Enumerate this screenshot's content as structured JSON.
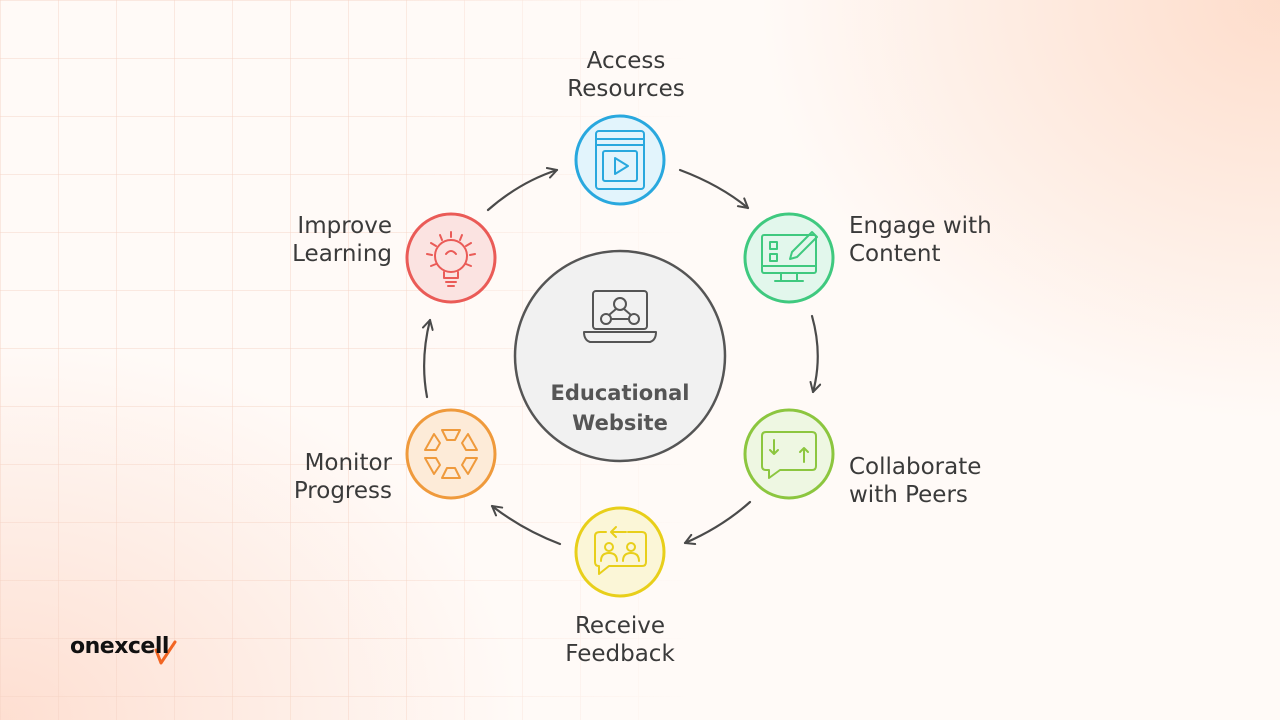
{
  "diagram": {
    "center": {
      "title_line1": "Educational",
      "title_line2": "Website",
      "icon": "laptop-network-icon"
    },
    "nodes": [
      {
        "id": "access",
        "line1": "Access",
        "line2": "Resources",
        "color": "#29a8de",
        "icon": "video-book-icon"
      },
      {
        "id": "engage",
        "line1": "Engage with",
        "line2": "Content",
        "color": "#3fc97f",
        "icon": "monitor-pencil-icon"
      },
      {
        "id": "collaborate",
        "line1": "Collaborate",
        "line2": "with Peers",
        "color": "#8cc63f",
        "icon": "chat-exchange-icon"
      },
      {
        "id": "feedback",
        "line1": "Receive",
        "line2": "Feedback",
        "color": "#e8cf1a",
        "icon": "feedback-people-icon"
      },
      {
        "id": "monitor",
        "line1": "Monitor",
        "line2": "Progress",
        "color": "#ef9a3c",
        "icon": "hexagon-cycle-icon"
      },
      {
        "id": "improve",
        "line1": "Improve",
        "line2": "Learning",
        "color": "#ea5b57",
        "icon": "lightbulb-gear-icon"
      }
    ]
  },
  "logo": {
    "text": "onexcell",
    "accent": "#f26522"
  }
}
